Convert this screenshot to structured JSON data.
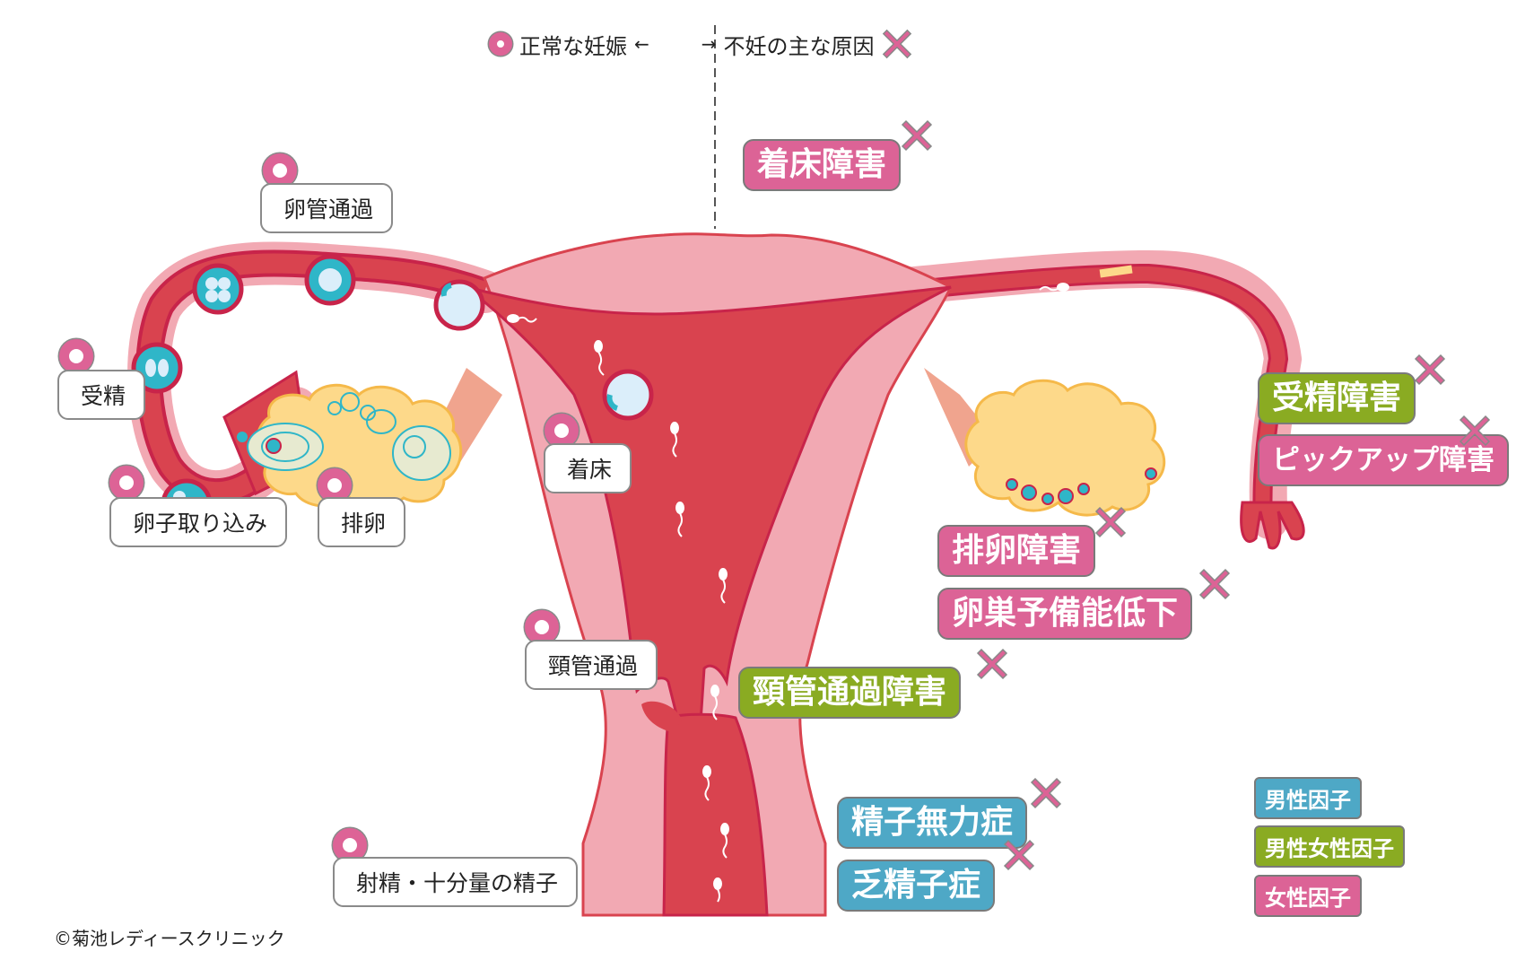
{
  "header": {
    "normal_label": "正常な妊娠",
    "left_arrow": "←",
    "right_arrow": "→",
    "cause_label": "不妊の主な原因",
    "normal_icon": "pink-ring-icon",
    "cause_icon": "pink-x-icon"
  },
  "normal_steps": [
    {
      "id": "oviduct-transit",
      "label": "卵管通過"
    },
    {
      "id": "fertilization",
      "label": "受精"
    },
    {
      "id": "egg-pickup",
      "label": "卵子取り込み"
    },
    {
      "id": "ovulation",
      "label": "排卵"
    },
    {
      "id": "implantation",
      "label": "着床"
    },
    {
      "id": "cervical-transit",
      "label": "頸管通過"
    },
    {
      "id": "ejaculation",
      "label": "射精・十分量の精子"
    }
  ],
  "causes": [
    {
      "id": "implantation-disorder",
      "label": "着床障害",
      "factor": "female"
    },
    {
      "id": "fertilization-disorder",
      "label": "受精障害",
      "factor": "both"
    },
    {
      "id": "pickup-disorder",
      "label": "ピックアップ障害",
      "factor": "female"
    },
    {
      "id": "ovulation-disorder",
      "label": "排卵障害",
      "factor": "female"
    },
    {
      "id": "ovarian-reserve",
      "label": "卵巣予備能低下",
      "factor": "female"
    },
    {
      "id": "cervical-disorder",
      "label": "頸管通過障害",
      "factor": "both"
    },
    {
      "id": "asthenozoospermia",
      "label": "精子無力症",
      "factor": "male"
    },
    {
      "id": "oligozoospermia",
      "label": "乏精子症",
      "factor": "male"
    }
  ],
  "legend": {
    "male": "男性因子",
    "both": "男性女性因子",
    "female": "女性因子"
  },
  "colors": {
    "female": "#dc6396",
    "both": "#8aab22",
    "male": "#4ea8c6",
    "uterus_outer": "#f2a9b3",
    "uterus_inner": "#d9434f",
    "ovary": "#fdd98a",
    "egg": "#2fb6c8"
  },
  "copyright": "©菊池レディースクリニック"
}
